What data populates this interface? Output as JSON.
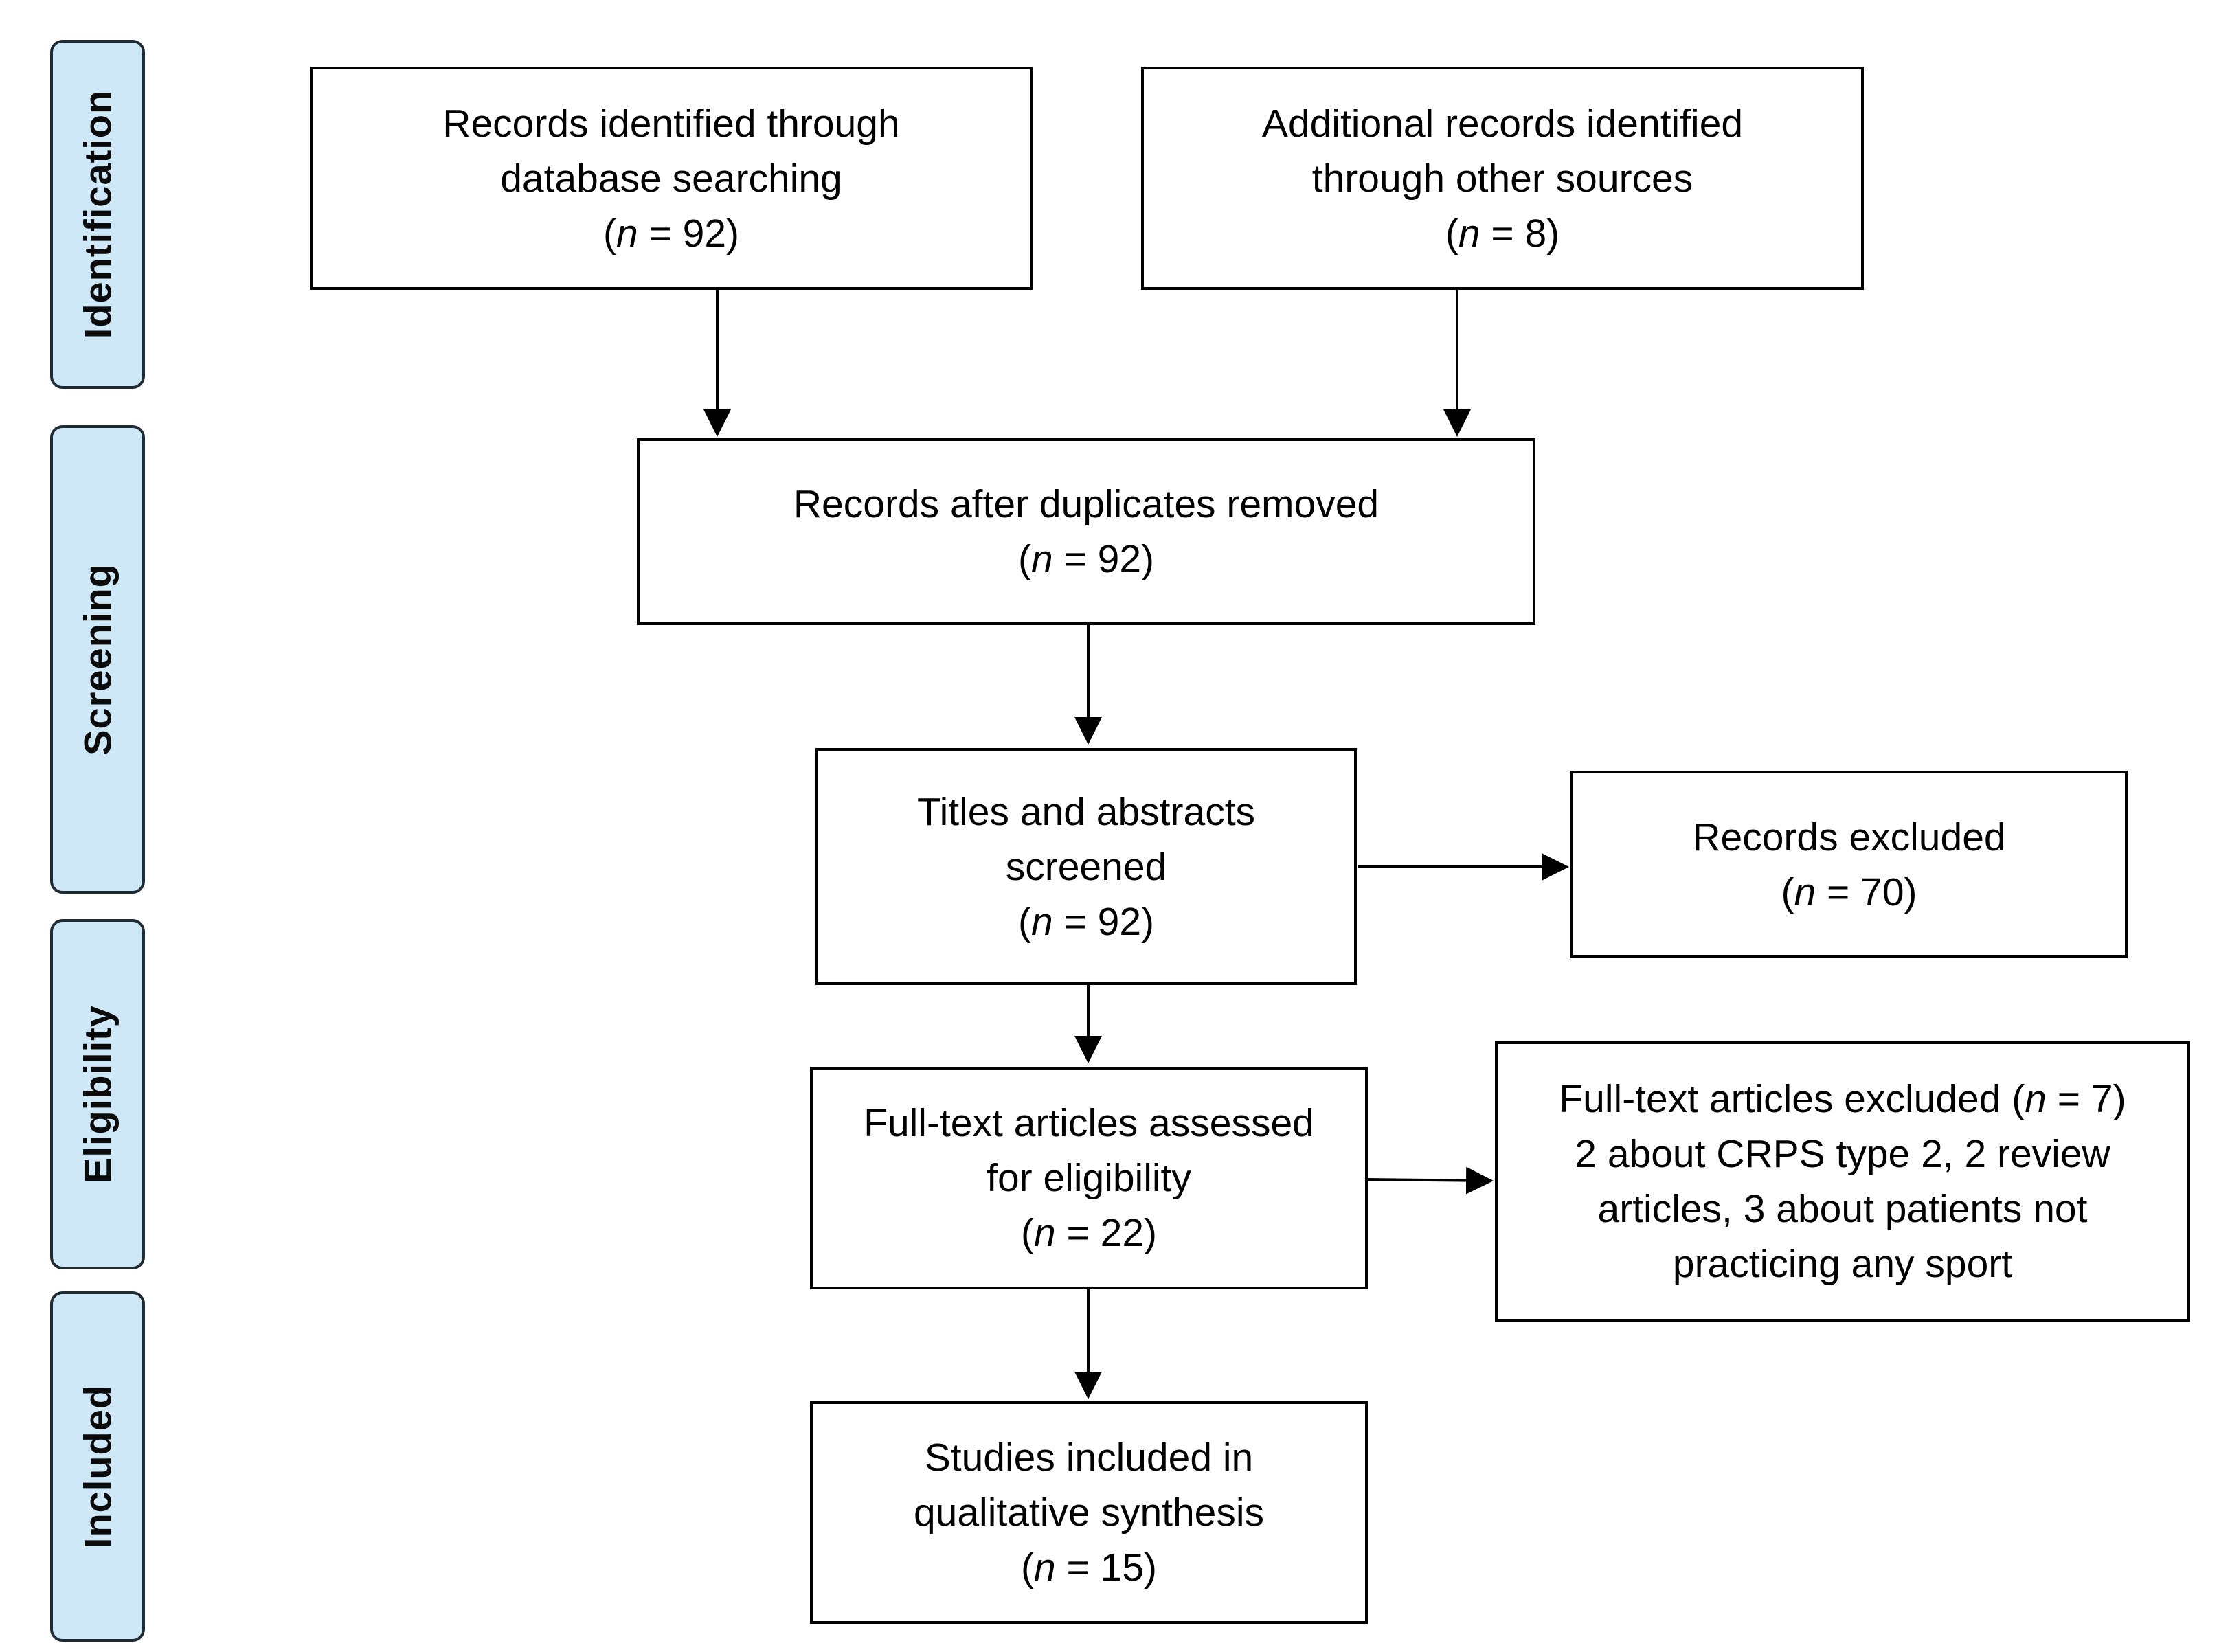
{
  "phases": {
    "identification": "Identification",
    "screening": "Screening",
    "eligibility": "Eligibility",
    "included": "Included"
  },
  "n_symbol": "n",
  "boxes": {
    "database": {
      "lines": [
        "Records identified through",
        "database searching"
      ],
      "n_open": "(",
      "n_value": " = 92)"
    },
    "other": {
      "lines": [
        "Additional records identified",
        "through other sources"
      ],
      "n_open": "(",
      "n_value": " = 8)"
    },
    "duplicates": {
      "lines": [
        "Records after duplicates removed"
      ],
      "n_open": "(",
      "n_value": " = 92)"
    },
    "screened": {
      "lines": [
        "Titles and abstracts",
        "screened"
      ],
      "n_open": "(",
      "n_value": " = 92)"
    },
    "excluded": {
      "lines": [
        "Records excluded"
      ],
      "n_open": "(",
      "n_value": " = 70)"
    },
    "fulltext": {
      "lines": [
        "Full-text articles assessed",
        "for eligibility"
      ],
      "n_open": "(",
      "n_value": " = 22)"
    },
    "fulltext_excluded": {
      "first_prefix": "Full-text articles excluded (",
      "first_suffix": " = 7)",
      "lines": [
        "2 about CRPS type 2, 2 review",
        "articles, 3 about patients not",
        "practicing any sport"
      ]
    },
    "included": {
      "lines": [
        "Studies included in",
        "qualitative synthesis"
      ],
      "n_open": "(",
      "n_value": " = 15)"
    }
  }
}
